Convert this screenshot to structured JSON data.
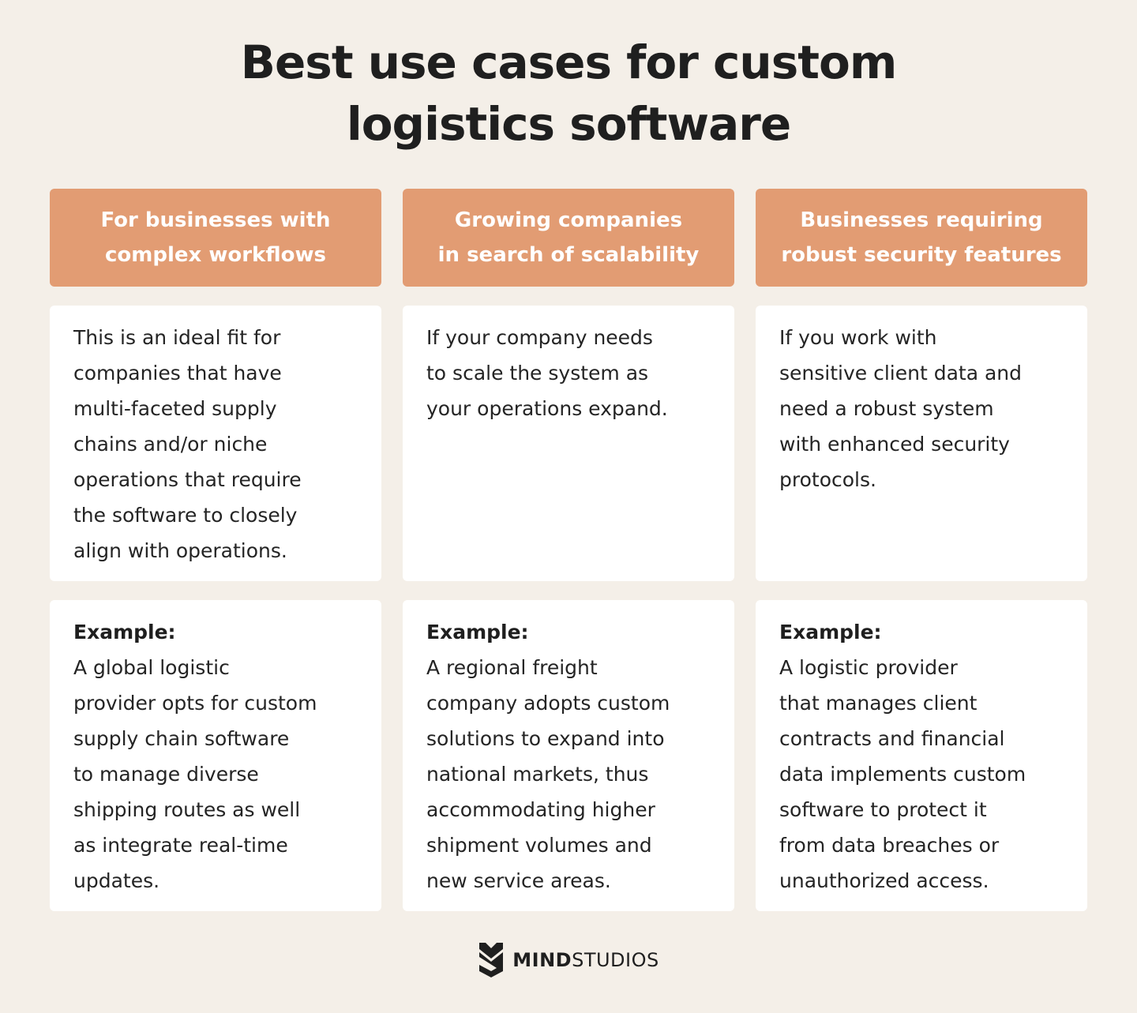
{
  "title": {
    "line1": "Best use cases for custom",
    "line2": "logistics software"
  },
  "columns": [
    {
      "header": [
        "For businesses with",
        "complex workflows"
      ],
      "description": [
        "This is an ideal fit for",
        "companies that have",
        "multi-faceted supply",
        "chains and/or niche",
        "operations that require",
        "the software to closely",
        "align with operations."
      ],
      "example_label": "Example:",
      "example": [
        "A global logistic",
        "provider opts for custom",
        "supply chain software",
        "to manage diverse",
        "shipping routes as well",
        "as integrate real-time",
        "updates."
      ]
    },
    {
      "header": [
        "Growing companies",
        "in search of scalability"
      ],
      "description": [
        "If your company needs",
        "to scale the system as",
        "your operations expand."
      ],
      "example_label": "Example:",
      "example": [
        "A regional freight",
        "company adopts custom",
        "solutions to expand into",
        "national markets, thus",
        "accommodating higher",
        "shipment volumes and",
        "new service areas."
      ]
    },
    {
      "header": [
        "Businesses requiring",
        "robust security features"
      ],
      "description": [
        "If you work with",
        "sensitive client data and",
        "need a robust system",
        "with enhanced security",
        "protocols."
      ],
      "example_label": "Example:",
      "example": [
        "A logistic provider",
        "that manages client",
        "contracts and financial",
        "data implements custom",
        "software to protect it",
        "from data breaches or",
        "unauthorized access."
      ]
    }
  ],
  "footer": {
    "logo_icon": "mindstudios-logo-icon",
    "brand_bold": "MIND",
    "brand_regular": "STUDIOS"
  },
  "colors": {
    "background": "#f4efe8",
    "header_fill": "#e29c73",
    "card_fill": "#ffffff",
    "text": "#1f1f1f"
  }
}
